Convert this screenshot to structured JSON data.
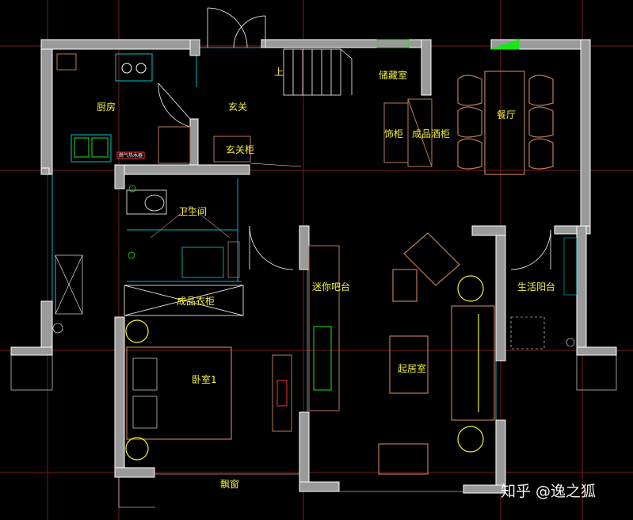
{
  "rooms": {
    "kitchen": "厨房",
    "entrance": "玄关",
    "entrance_cabinet": "玄关柜",
    "storage": "储藏室",
    "decor_cabinet": "饰柜",
    "wine_cabinet": "成品酒柜",
    "dining": "餐厅",
    "bathroom": "卫生间",
    "wardrobe": "成品衣柜",
    "mini_bar": "迷你吧台",
    "utility_balcony": "生活阳台",
    "living_room": "起居室",
    "bedroom": "卧室1",
    "bay_window": "飘窗"
  },
  "stairs_label": "上",
  "appliance_label": "燃气热水器",
  "watermark": "知乎 @逸之狐",
  "colors": {
    "background": "#000000",
    "wall_fill": "#9a9a9a",
    "wall_line": "#ffffff",
    "label": "#f2ee3a",
    "furniture": "#b87a5a",
    "fixture": "#00c8c8",
    "accent_green": "#19e619",
    "grid": "#8a2020"
  }
}
